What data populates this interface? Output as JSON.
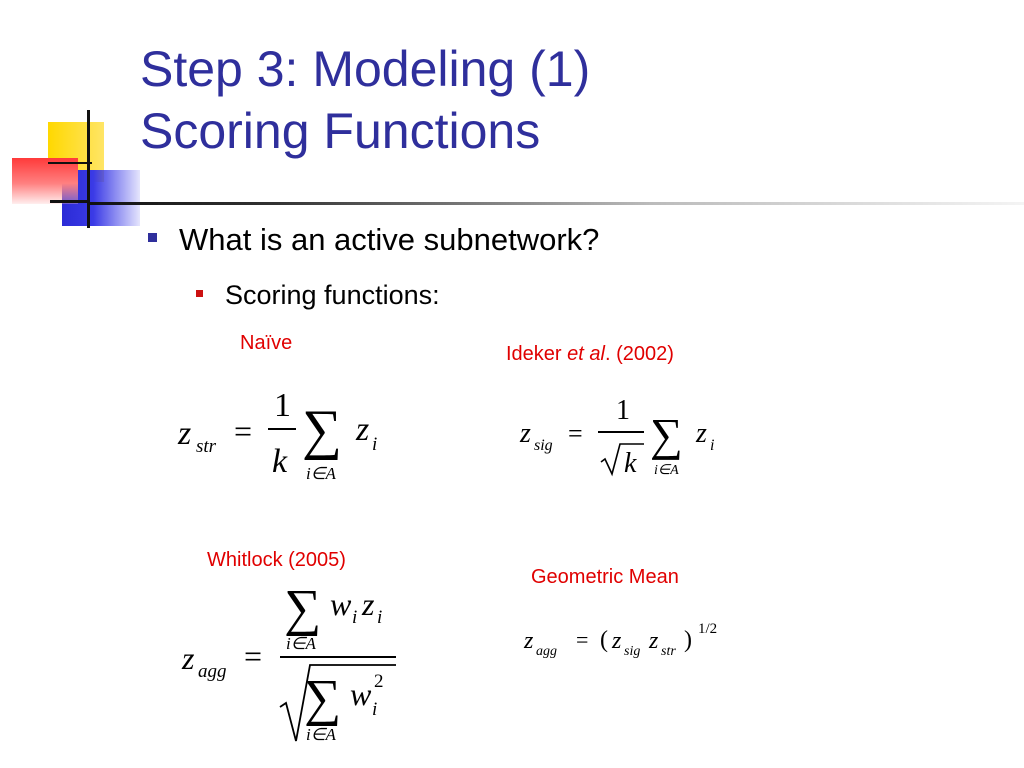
{
  "title": {
    "line1": "Step 3: Modeling (1)",
    "line2": "Scoring Functions"
  },
  "bullets": {
    "level1": "What is an active subnetwork?",
    "level2": "Scoring functions:"
  },
  "labels": {
    "naive": "Naïve",
    "ideker_prefix": "Ideker ",
    "ideker_etal": "et al",
    "ideker_suffix": ". (2002)",
    "whitlock": "Whitlock (2005)",
    "geometric": "Geometric Mean"
  },
  "formulas": {
    "naive": {
      "lhs": "z",
      "lhs_sub": "str",
      "eq": "=",
      "numerator": "1",
      "denominator": "k",
      "sum": "∑",
      "sum_range": "i∈A",
      "term": "z",
      "term_sub": "i"
    },
    "ideker": {
      "lhs": "z",
      "lhs_sub": "sig",
      "eq": "=",
      "numerator": "1",
      "root": "√",
      "denominator": "k",
      "sum": "∑",
      "sum_range": "i∈A",
      "term": "z",
      "term_sub": "i"
    },
    "whitlock": {
      "lhs": "z",
      "lhs_sub": "agg",
      "eq": "=",
      "sum": "∑",
      "sum_range": "i∈A",
      "num_w": "w",
      "num_w_sub": "i",
      "num_z": "z",
      "num_z_sub": "i",
      "root": "√",
      "den_w": "w",
      "den_w_sub": "i",
      "den_exp": "2"
    },
    "geometric": {
      "lhs": "z",
      "lhs_sub": "agg",
      "eq": "=",
      "lparen": "(",
      "z1": "z",
      "z1_sub": "sig",
      "z2": "z",
      "z2_sub": "str",
      "rparen": ")",
      "exponent": "1/2"
    }
  },
  "colors": {
    "title": "#2f2f9c",
    "label": "#e00000",
    "bullet1": "#2f2f9c",
    "bullet2": "#cc1111"
  }
}
